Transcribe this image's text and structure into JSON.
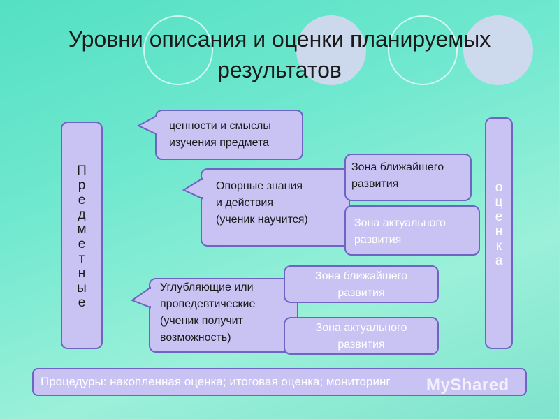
{
  "title": "Уровни описания и оценки планируемых результатов",
  "left_vertical": [
    "П",
    "р",
    "е",
    "д",
    "м",
    "е",
    "т",
    "н",
    "ы",
    "е"
  ],
  "right_vertical": [
    "о",
    "ц",
    "е",
    "н",
    "к",
    "а"
  ],
  "bubble1": {
    "line1": "ценности и смыслы",
    "line2": "изучения предмета"
  },
  "bubble2": {
    "line1": "Опорные знания",
    "line2": "и действия",
    "line3": "(ученик научится)"
  },
  "bubble3": {
    "line1": "Углубляющие  или",
    "line2": "пропедевтические",
    "line3": "(ученик получит",
    "line4": "возможность)"
  },
  "zone_near_1": {
    "line1": "Зона ближайшего",
    "line2": "развития"
  },
  "zone_actual_1": {
    "line1": "Зона актуального",
    "line2": "развития"
  },
  "zone_near_2": {
    "line1": "Зона ближайшего",
    "line2": "развития"
  },
  "zone_actual_2": {
    "line1": "Зона актуального",
    "line2": "развития"
  },
  "procedures": "Процедуры:  накопленная оценка; итоговая оценка; мониторинг",
  "watermark": "MyShared",
  "colors": {
    "box_fill": "#c9c3f3",
    "box_border": "#6d64c4",
    "background": "#6fe8cf"
  }
}
